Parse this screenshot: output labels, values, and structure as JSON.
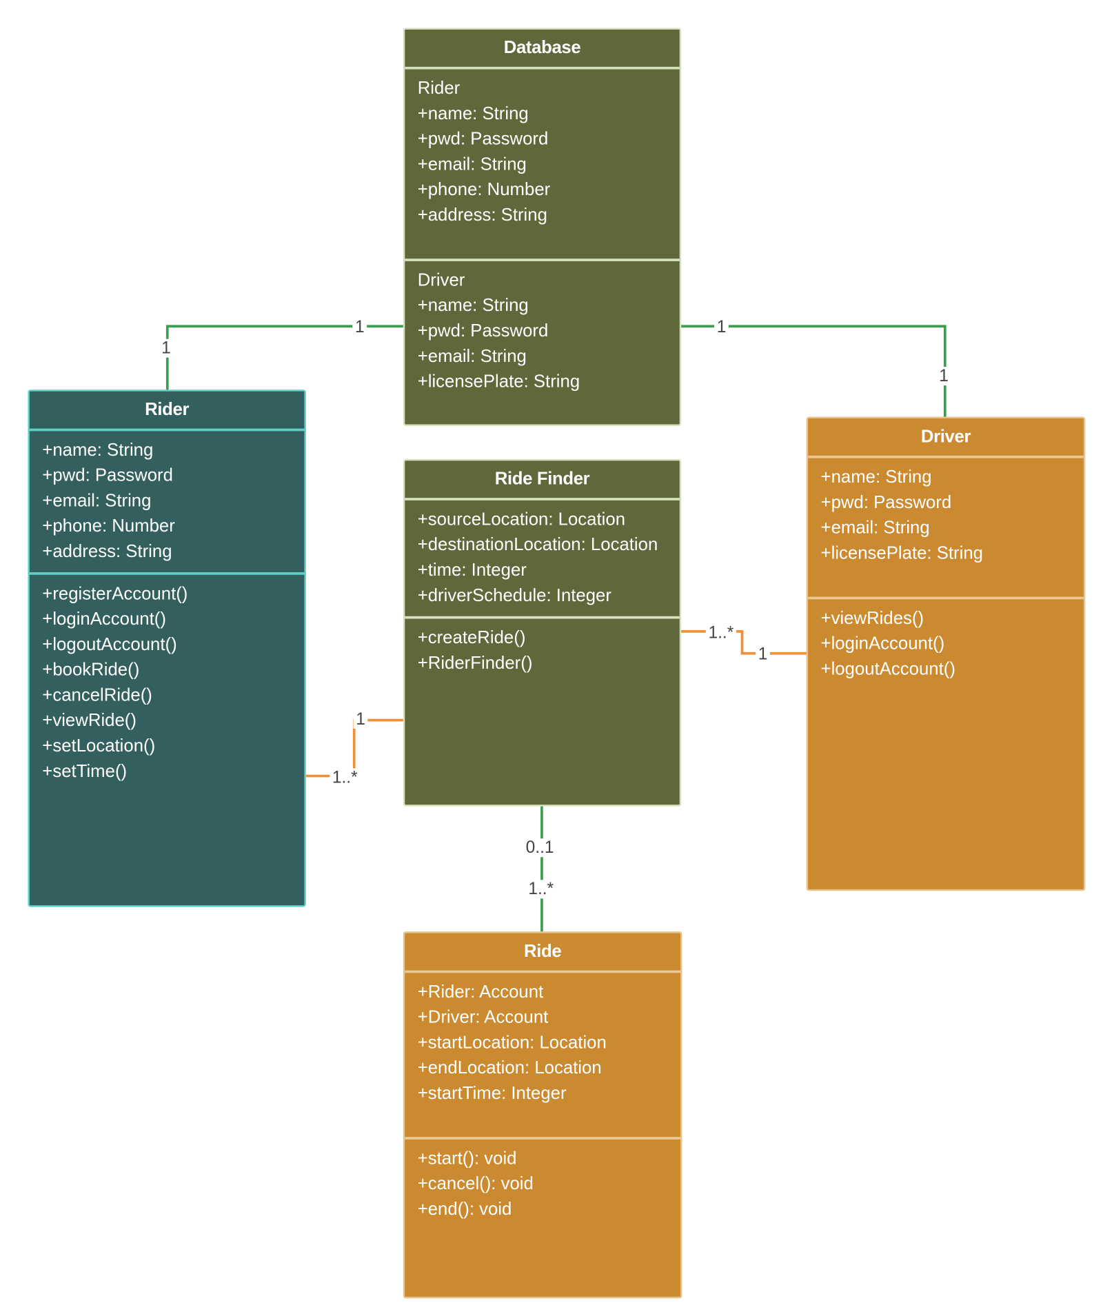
{
  "colors": {
    "olive": "#5f673b",
    "olive_border": "#d7e3be",
    "teal": "#33605f",
    "teal_border": "#5fd0c7",
    "orange": "#cb8a2f",
    "orange_border": "#e6c48e",
    "assoc_green": "#3a9e4f",
    "assoc_orange": "#f0913a"
  },
  "classes": {
    "database": {
      "title": "Database",
      "rider_section": [
        "Rider",
        "+name: String",
        "+pwd: Password",
        "+email: String",
        "+phone: Number",
        "+address: String"
      ],
      "driver_section": [
        "Driver",
        "+name: String",
        "+pwd: Password",
        "+email: String",
        "+licensePlate: String"
      ]
    },
    "rider": {
      "title": "Rider",
      "attributes": [
        "+name: String",
        "+pwd: Password",
        "+email:  String",
        "+phone: Number",
        "+address: String"
      ],
      "methods": [
        "+registerAccount()",
        "+loginAccount()",
        "+logoutAccount()",
        "+bookRide()",
        "+cancelRide()",
        "+viewRide()",
        "+setLocation()",
        "+setTime()"
      ]
    },
    "ride_finder": {
      "title": "Ride Finder",
      "attributes": [
        "+sourceLocation: Location",
        "+destinationLocation: Location",
        "+time: Integer",
        "+driverSchedule: Integer"
      ],
      "methods": [
        "+createRide()",
        "+RiderFinder()"
      ]
    },
    "driver": {
      "title": "Driver",
      "attributes": [
        "+name: String",
        "+pwd: Password",
        "+email: String",
        "+licensePlate: String"
      ],
      "methods": [
        "+viewRides()",
        "+loginAccount()",
        "+logoutAccount()"
      ]
    },
    "ride": {
      "title": "Ride",
      "attributes": [
        "+Rider: Account",
        "+Driver: Account",
        "+startLocation: Location",
        "+endLocation: Location",
        "+startTime:  Integer"
      ],
      "methods": [
        "+start(): void",
        "+cancel(): void",
        "+end(): void"
      ]
    }
  },
  "associations": {
    "database_rider": {
      "at_database": "1",
      "at_rider": "1"
    },
    "database_driver": {
      "at_database": "1",
      "at_driver": "1"
    },
    "rider_ridefinder": {
      "at_ridefinder": "1",
      "at_rider": "1..*"
    },
    "ridefinder_driver": {
      "at_ridefinder": "1..*",
      "at_driver": "1"
    },
    "ridefinder_ride": {
      "at_ridefinder": "0..1",
      "at_ride": "1..*"
    }
  }
}
